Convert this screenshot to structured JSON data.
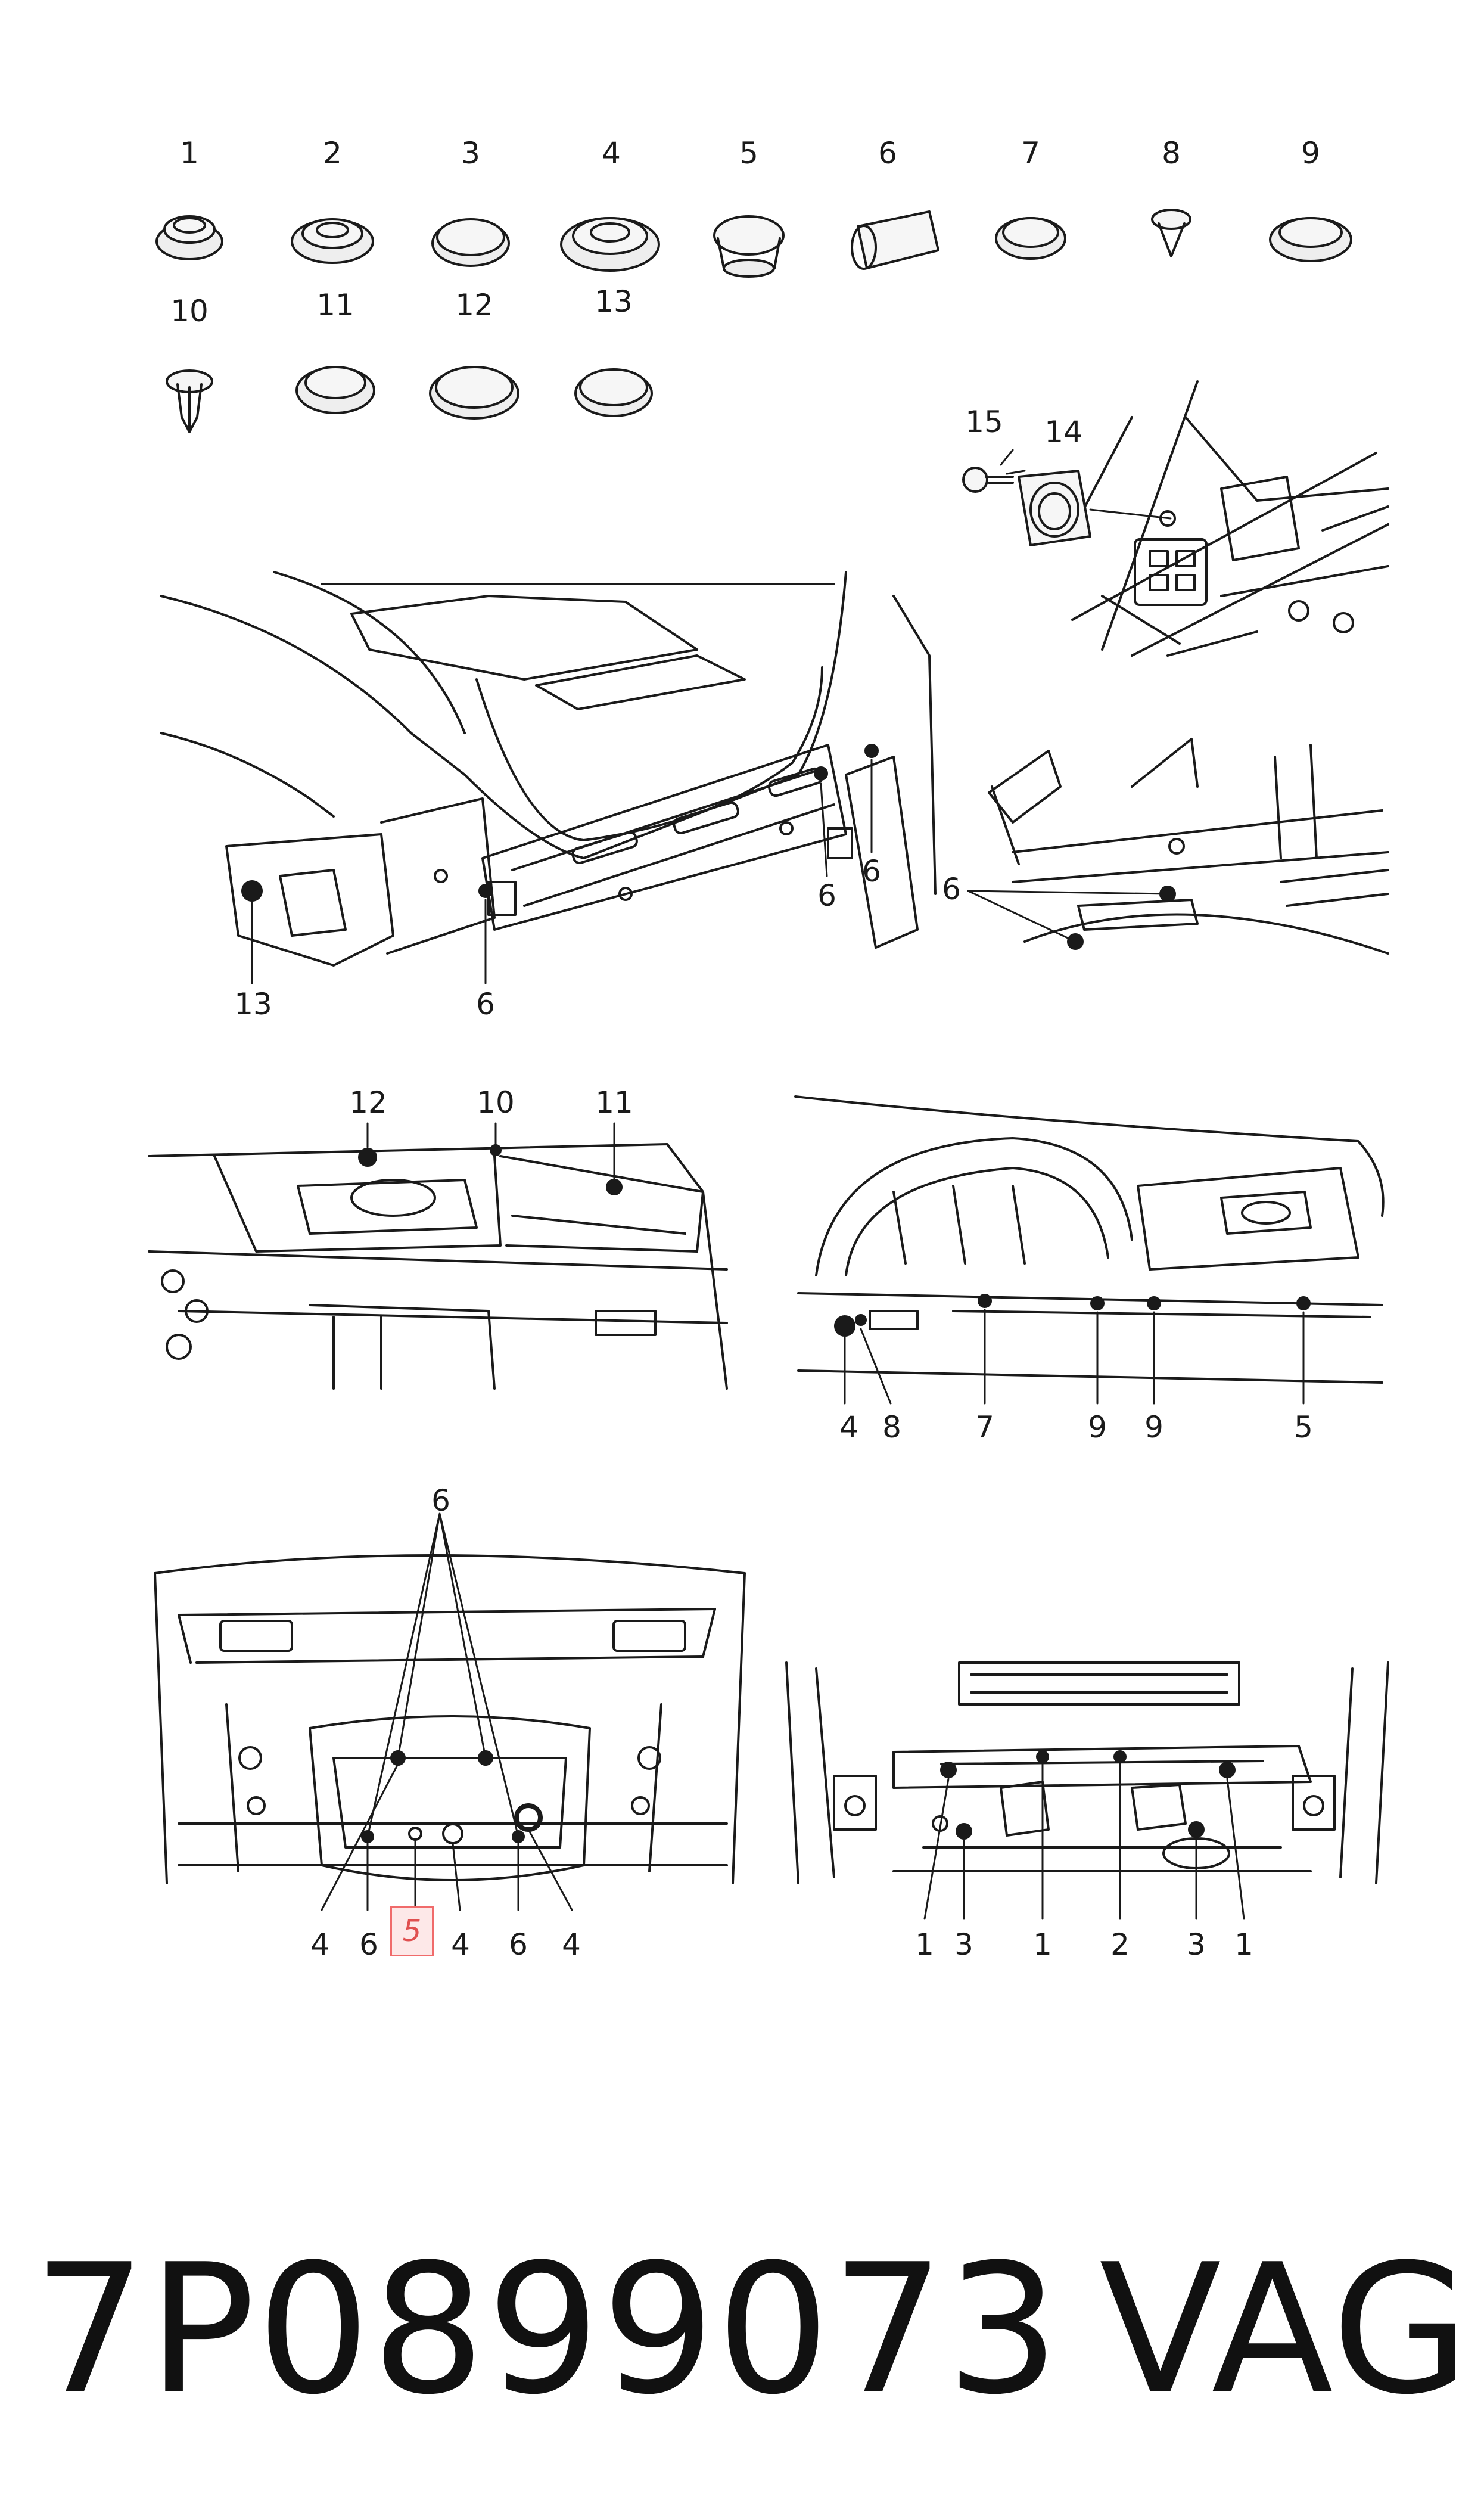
{
  "parts_row1": [
    "1",
    "2",
    "3",
    "4",
    "5",
    "6",
    "7",
    "8",
    "9"
  ],
  "parts_row2": [
    "10",
    "11",
    "12",
    "13"
  ],
  "panel_a_labels": [
    "15",
    "14"
  ],
  "panel_b_labels": [
    "13",
    "6",
    "6",
    "6"
  ],
  "panel_c_labels": [
    "6"
  ],
  "panel_d_labels": [
    "12",
    "10",
    "11"
  ],
  "panel_e_labels": [
    "4",
    "8",
    "7",
    "9",
    "9",
    "5"
  ],
  "panel_f_labels": [
    "6",
    "4",
    "6",
    "4",
    "6",
    "4"
  ],
  "panel_f_highlight": "5",
  "panel_g_labels": [
    "1",
    "3",
    "1",
    "2",
    "3",
    "1"
  ],
  "footer": {
    "part_number": "7P0899073",
    "brand": "VAG"
  },
  "colors": {
    "line": "#1a1a1a",
    "highlight_border": "#f06b6b",
    "highlight_fill": "#fde8e8",
    "highlight_text": "#e05050"
  }
}
